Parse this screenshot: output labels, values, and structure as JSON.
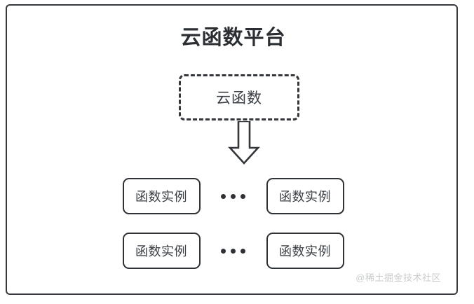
{
  "diagram": {
    "title": "云函数平台",
    "cloud_function": {
      "label": "云函数",
      "border_style": "dashed"
    },
    "arrow": {
      "direction": "down",
      "name": "block-arrow-down"
    },
    "instance_rows": [
      {
        "left_box_label": "函数实例",
        "ellipsis": "•••",
        "right_box_label": "函数实例"
      },
      {
        "left_box_label": "函数实例",
        "ellipsis": "•••",
        "right_box_label": "函数实例"
      }
    ],
    "watermark": "@稀土掘金技术社区",
    "colors": {
      "stroke": "#2e3237",
      "text": "#3a3f45",
      "background": "#ffffff",
      "watermark": "#c9cbcd"
    }
  }
}
